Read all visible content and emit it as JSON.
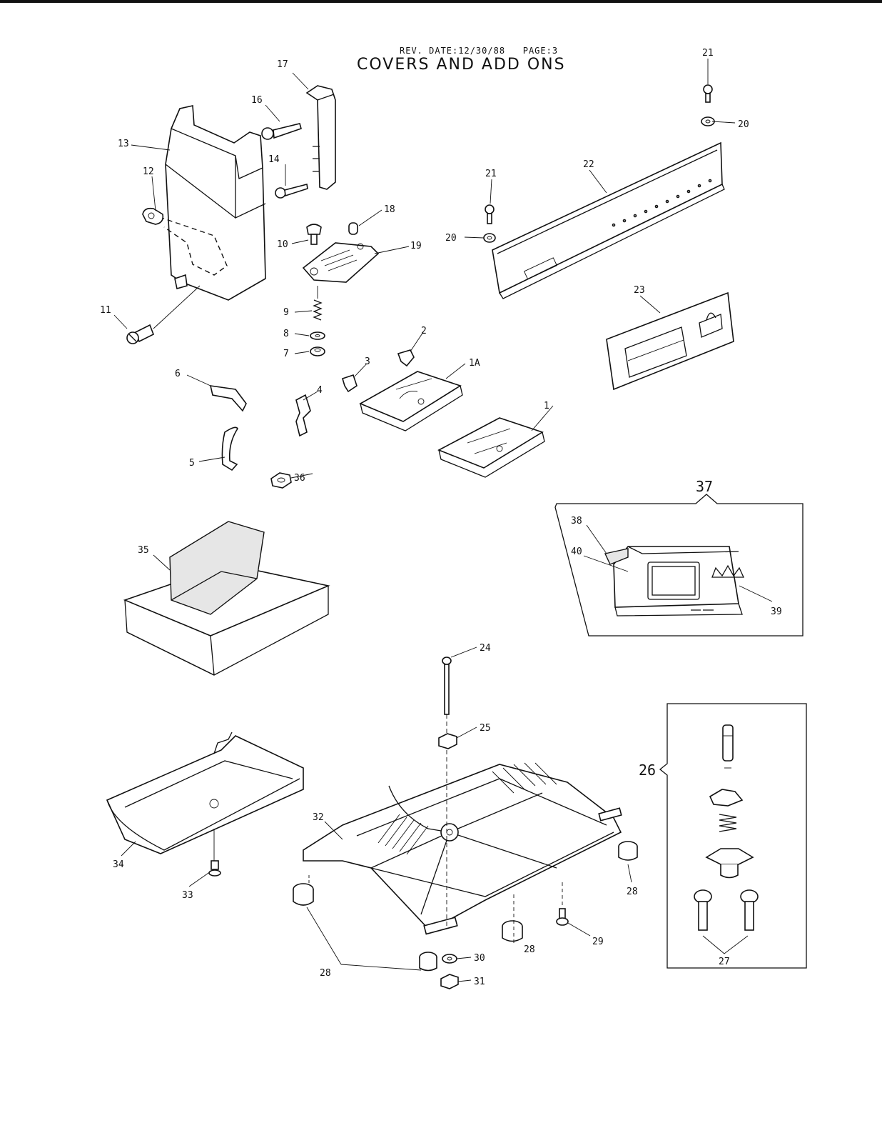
{
  "header": {
    "rev_label": "REV. DATE:12/30/88",
    "page_label": "PAGE:3",
    "title": "COVERS AND ADD ONS"
  },
  "callouts": [
    {
      "id": "p1",
      "text": "1"
    },
    {
      "id": "p1a",
      "text": "1A"
    },
    {
      "id": "p2",
      "text": "2"
    },
    {
      "id": "p3",
      "text": "3"
    },
    {
      "id": "p4",
      "text": "4"
    },
    {
      "id": "p5",
      "text": "5"
    },
    {
      "id": "p6",
      "text": "6"
    },
    {
      "id": "p7",
      "text": "7"
    },
    {
      "id": "p8",
      "text": "8"
    },
    {
      "id": "p9",
      "text": "9"
    },
    {
      "id": "p10",
      "text": "10"
    },
    {
      "id": "p11",
      "text": "11"
    },
    {
      "id": "p12",
      "text": "12"
    },
    {
      "id": "p13",
      "text": "13"
    },
    {
      "id": "p14",
      "text": "14"
    },
    {
      "id": "p16",
      "text": "16"
    },
    {
      "id": "p17",
      "text": "17"
    },
    {
      "id": "p18",
      "text": "18"
    },
    {
      "id": "p19",
      "text": "19"
    },
    {
      "id": "p20a",
      "text": "20"
    },
    {
      "id": "p20b",
      "text": "20"
    },
    {
      "id": "p21a",
      "text": "21"
    },
    {
      "id": "p21b",
      "text": "21"
    },
    {
      "id": "p22",
      "text": "22"
    },
    {
      "id": "p23",
      "text": "23"
    },
    {
      "id": "p24",
      "text": "24"
    },
    {
      "id": "p25",
      "text": "25"
    },
    {
      "id": "p26",
      "text": "26"
    },
    {
      "id": "p27",
      "text": "27"
    },
    {
      "id": "p28a",
      "text": "28"
    },
    {
      "id": "p28b",
      "text": "28"
    },
    {
      "id": "p28c",
      "text": "28"
    },
    {
      "id": "p29",
      "text": "29"
    },
    {
      "id": "p30",
      "text": "30"
    },
    {
      "id": "p31",
      "text": "31"
    },
    {
      "id": "p32",
      "text": "32"
    },
    {
      "id": "p33",
      "text": "33"
    },
    {
      "id": "p34",
      "text": "34"
    },
    {
      "id": "p35",
      "text": "35"
    },
    {
      "id": "p36",
      "text": "36"
    },
    {
      "id": "p37",
      "text": "37"
    },
    {
      "id": "p38",
      "text": "38"
    },
    {
      "id": "p39",
      "text": "39"
    },
    {
      "id": "p40",
      "text": "40"
    }
  ]
}
